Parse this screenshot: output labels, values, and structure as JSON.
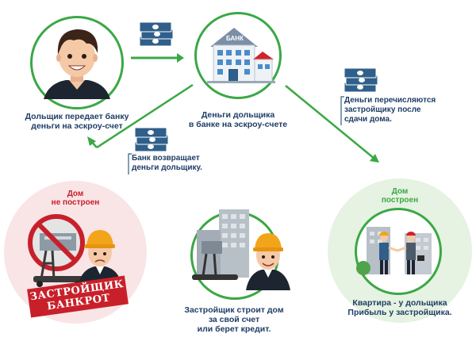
{
  "bank_sign": "БАНК",
  "depositor_caption": [
    "Дольщик передает банку",
    "деньги на эскроу-счет"
  ],
  "bank_caption": [
    "Деньги дольщика",
    "в банке на эскроу-счете"
  ],
  "transfer_note": [
    "Деньги перечисляются",
    "застройщику после",
    "сдачи дома."
  ],
  "refund_note": [
    "Банк возвращает",
    "деньги дольщику."
  ],
  "not_built_label": [
    "Дом",
    "не построен"
  ],
  "built_label": [
    "Дом",
    "построен"
  ],
  "bankrupt_stamp": [
    "ЗАСТРОЙЩИК",
    "БАНКРОТ"
  ],
  "builder_caption": [
    "Застройщик строит дом",
    "за свой счет",
    "или берет кредит."
  ],
  "result_caption": [
    "Квартира - у дольщика",
    "Прибыль у застройщика."
  ],
  "colors": {
    "green": "#3aa845",
    "navy": "#1e3e66",
    "red": "#c8202a",
    "pink_bg": "#f9e4e6",
    "green_bg": "#e6f2e2"
  }
}
